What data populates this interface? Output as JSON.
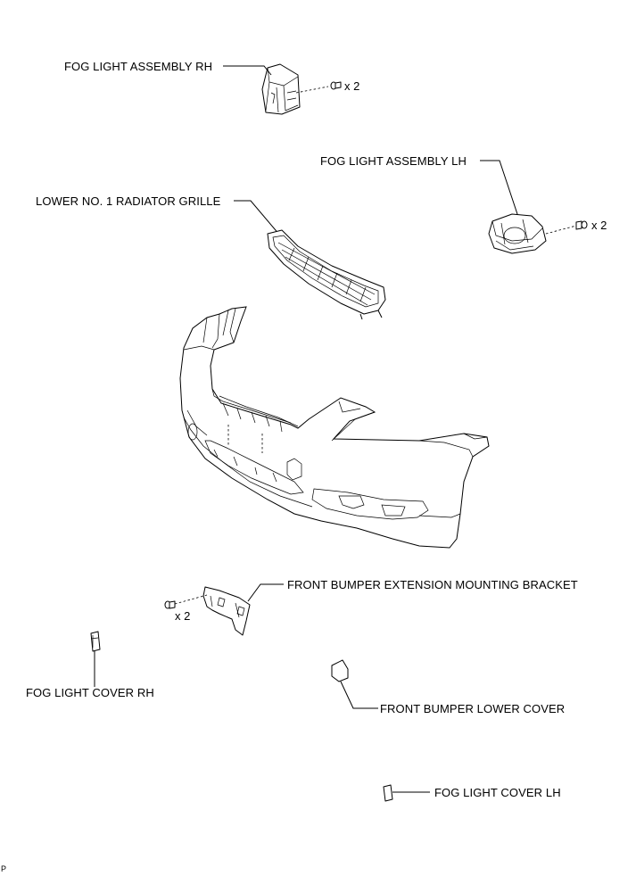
{
  "labels": {
    "fog_light_assembly_rh": "FOG LIGHT ASSEMBLY RH",
    "fog_light_assembly_lh": "FOG LIGHT ASSEMBLY LH",
    "lower_no1_radiator_grille": "LOWER NO. 1 RADIATOR GRILLE",
    "front_bumper_extension_mounting_bracket": "FRONT BUMPER EXTENSION MOUNTING BRACKET",
    "fog_light_cover_rh": "FOG LIGHT COVER RH",
    "front_bumper_lower_cover": "FRONT BUMPER LOWER COVER",
    "fog_light_cover_lh": "FOG LIGHT COVER LH"
  },
  "quantities": {
    "rh_bolts": "x 2",
    "lh_bolts": "x 2",
    "bracket_bolts": "x 2"
  },
  "corner_mark": "P"
}
